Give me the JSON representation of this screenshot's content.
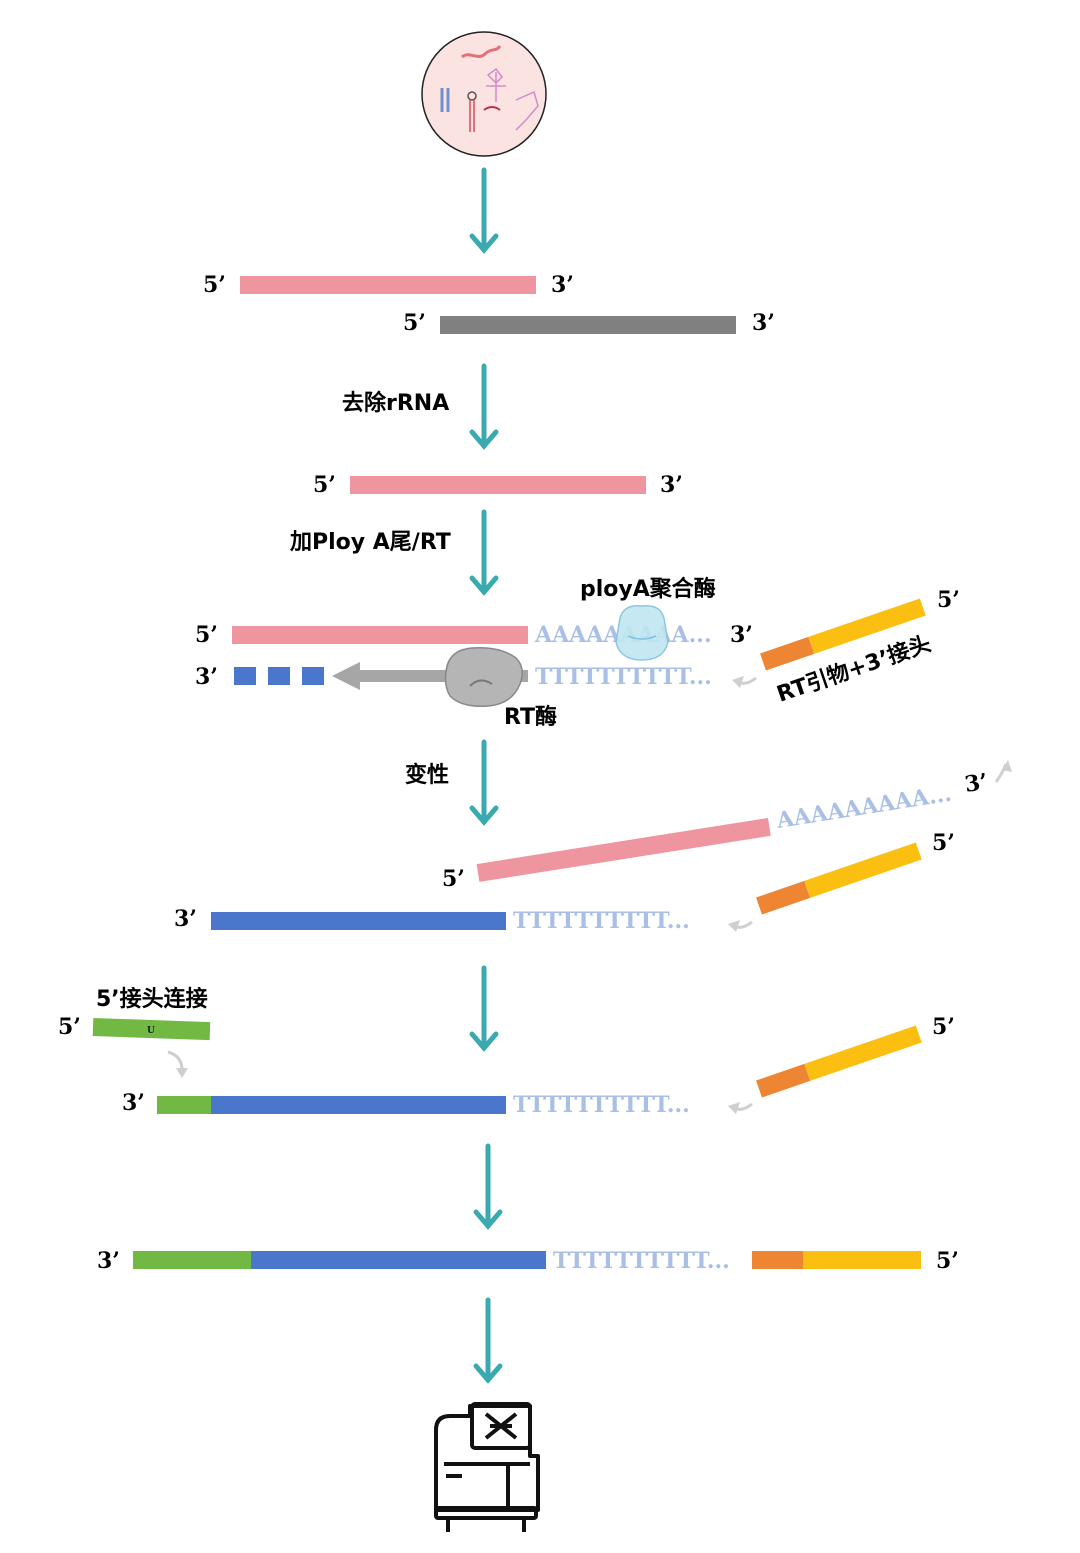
{
  "labels": {
    "five_prime": "5’",
    "three_prime": "3’",
    "step_remove_rrna": "去除rRNA",
    "step_polya_rt": "加Ploy A尾/RT",
    "polya_enzyme": "ployA聚合酶",
    "rt_enzyme": "RT酶",
    "rt_primer_adapter": "RT引物+3’接头",
    "step_denature": "变性",
    "step_5adapter_ligation": "5’接头连接",
    "adapter_u": "U",
    "polyA_seq": "AAAAAAAAA...",
    "polyT_seq": "TTTTTTTTTT..."
  },
  "colors": {
    "rna": "#ee95a0",
    "rrna": "#808080",
    "cdna": "#4a76cc",
    "polyseq": "#a9bfe6",
    "arrow": "#3aaab0",
    "orange": "#ee8532",
    "yellow": "#fbbf12",
    "green": "#72b944",
    "gray_arrow": "#a6a6a6"
  },
  "icons": {
    "top": "small-rna-sample-icon",
    "bottom": "sequencer-icon"
  }
}
